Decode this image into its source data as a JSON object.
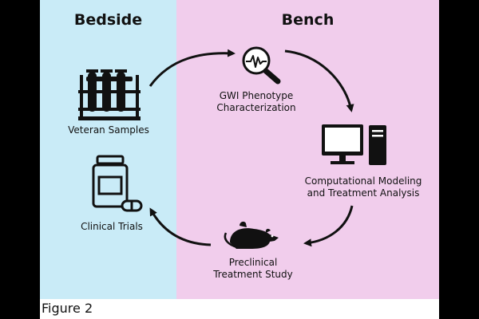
{
  "headings": {
    "bedside": "Bedside",
    "bench": "Bench"
  },
  "nodes": {
    "veteran_samples": "Veteran Samples",
    "gwi_line1": "GWI Phenotype",
    "gwi_line2": "Characterization",
    "modeling_line1": "Computational Modeling",
    "modeling_line2": "and Treatment Analysis",
    "preclinical_line1": "Preclinical",
    "preclinical_line2": "Treatment Study",
    "clinical_trials": "Clinical Trials"
  },
  "caption": "Figure 2",
  "colors": {
    "bedside_bg": "#c9ebf7",
    "bench_bg": "#f1cdec",
    "ink": "#111111"
  },
  "icons": [
    "test-tubes-icon",
    "magnifier-waveform-icon",
    "computer-icon",
    "mouse-icon",
    "pill-bottle-icon"
  ]
}
